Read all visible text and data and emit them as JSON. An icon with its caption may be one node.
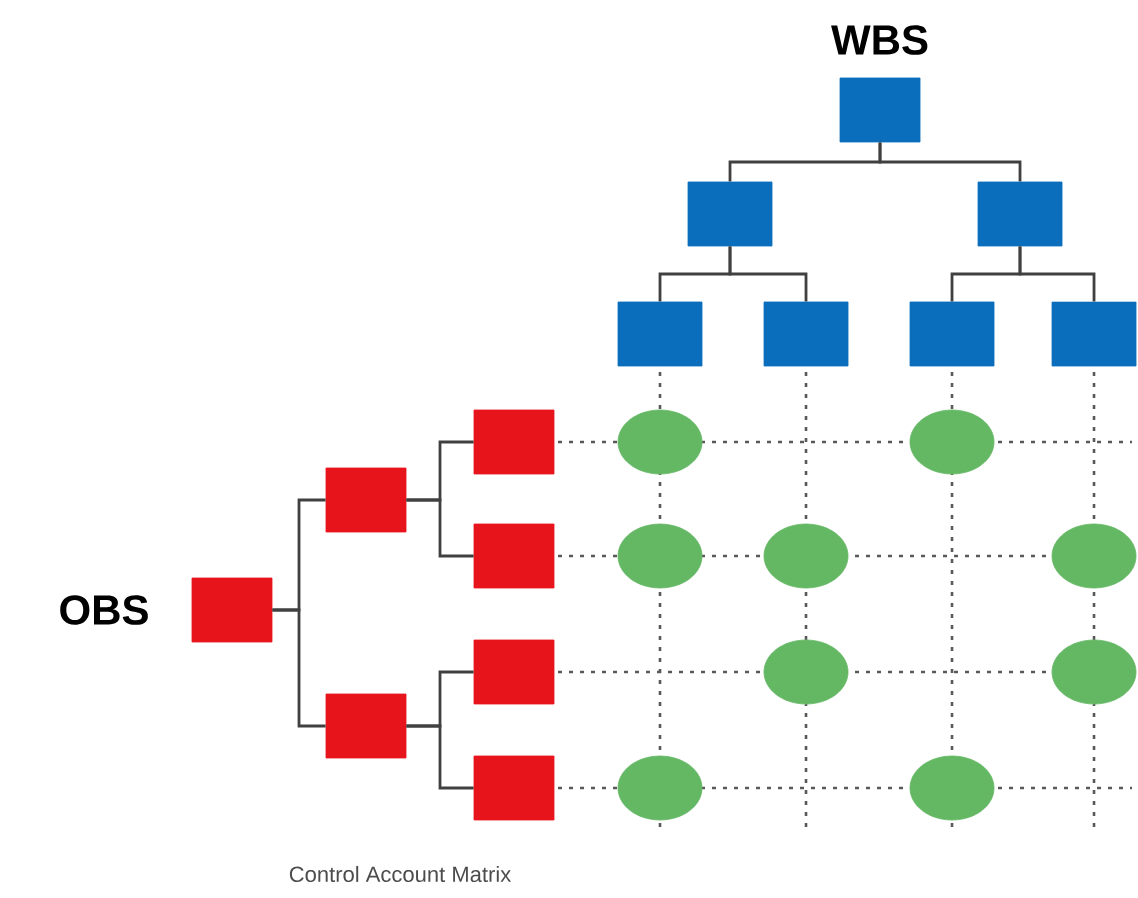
{
  "diagram": {
    "caption": "Control Account Matrix",
    "nodes": [
      {
        "text": [],
        "shape": "box"
      },
      {
        "text": [],
        "shape": "box"
      },
      {
        "text": [],
        "shape": "box"
      },
      {
        "text": [],
        "shape": "box"
      },
      {
        "text": [],
        "shape": "box"
      },
      {
        "text": [],
        "shape": "box"
      },
      {
        "text": [],
        "shape": "box"
      },
      {
        "text": [],
        "shape": "box"
      },
      {
        "text": [],
        "shape": "box"
      },
      {
        "text": [],
        "shape": "box"
      },
      {
        "text": [],
        "shape": "box"
      },
      {
        "text": [],
        "shape": "box"
      },
      {
        "text": [],
        "shape": "box"
      },
      {
        "text": [],
        "shape": "box"
      },
      {
        "text": [],
        "shape": "ellipse"
      },
      {
        "text": [],
        "shape": "ellipse"
      },
      {
        "text": [],
        "shape": "ellipse"
      },
      {
        "text": [],
        "shape": "ellipse"
      },
      {
        "text": [],
        "shape": "ellipse"
      },
      {
        "text": [],
        "shape": "ellipse"
      },
      {
        "text": [],
        "shape": "ellipse"
      },
      {
        "text": [],
        "shape": "ellipse"
      },
      {
        "text": [],
        "shape": "ellipse"
      }
    ],
    "edges": [
      {
        "from": 0,
        "to": 1,
        "arrow": "none"
      },
      {
        "from": 0,
        "to": 2,
        "arrow": "none"
      },
      {
        "from": 1,
        "to": 3,
        "arrow": "none"
      },
      {
        "from": 1,
        "to": 4,
        "arrow": "none"
      },
      {
        "from": 2,
        "to": 5,
        "arrow": "none"
      },
      {
        "from": 2,
        "to": 6,
        "arrow": "none"
      },
      {
        "from": 7,
        "to": 8,
        "arrow": "none"
      },
      {
        "from": 7,
        "to": 9,
        "arrow": "none"
      },
      {
        "from": 8,
        "to": 10,
        "arrow": "none"
      },
      {
        "from": 8,
        "to": 11,
        "arrow": "none"
      },
      {
        "from": 9,
        "to": 12,
        "arrow": "none"
      },
      {
        "from": 9,
        "to": 13,
        "arrow": "none"
      }
    ],
    "labels": [
      "WBS",
      "OBS"
    ]
  }
}
